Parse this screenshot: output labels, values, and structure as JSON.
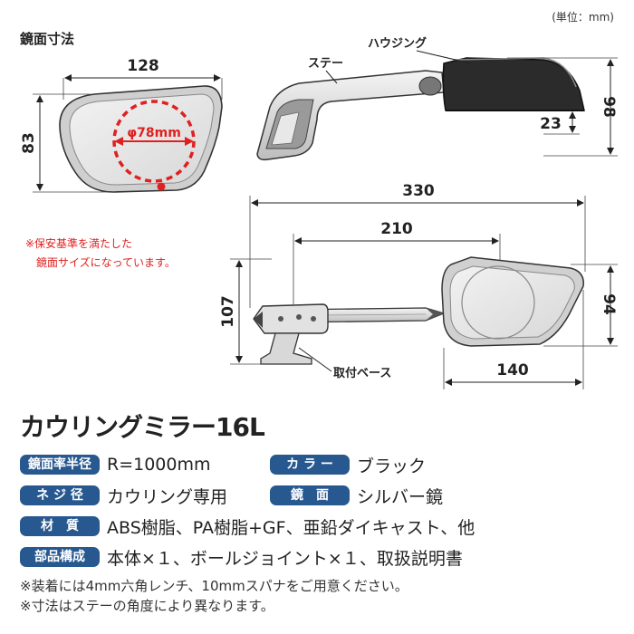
{
  "unit_note": "(単位：mm)",
  "mirror_section_title": "鏡面寸法",
  "mirror_face": {
    "width_label": "128",
    "height_label": "83",
    "circle_label": "φ78mm",
    "note_line1": "※保安基準を満たした",
    "note_line2": "鏡面サイズになっています。"
  },
  "side_view": {
    "stay_label": "ステー",
    "housing_label": "ハウジング",
    "height_label": "98",
    "depth_label": "23"
  },
  "top_view": {
    "total_length_label": "330",
    "mid_length_label": "210",
    "base_height_label": "107",
    "head_height_label": "94",
    "head_width_label": "140",
    "base_label": "取付ベース"
  },
  "product_title": "カウリングミラー16L",
  "specs": [
    {
      "label": "鏡面率半径",
      "value": "R=1000mm",
      "label2": "カ ラ ー",
      "value2": "ブラック"
    },
    {
      "label": "ネ ジ 径",
      "value": "カウリング専用",
      "label2": "鏡　面",
      "value2": "シルバー鏡"
    },
    {
      "label": "材　質",
      "value": "ABS樹脂、PA樹脂+GF、亜鉛ダイキャスト、他"
    },
    {
      "label": "部品構成",
      "value": "本体×１、ボールジョイント×１、取扱説明書"
    }
  ],
  "notes": [
    "※装着には4mm六角レンチ、10mmスパナをご用意ください。",
    "※寸法はステーの角度により異なります。"
  ],
  "colors": {
    "label_bg": "#27588f",
    "accent_red": "#e02020",
    "outline": "#222222",
    "glass": "#e6e6e6"
  }
}
